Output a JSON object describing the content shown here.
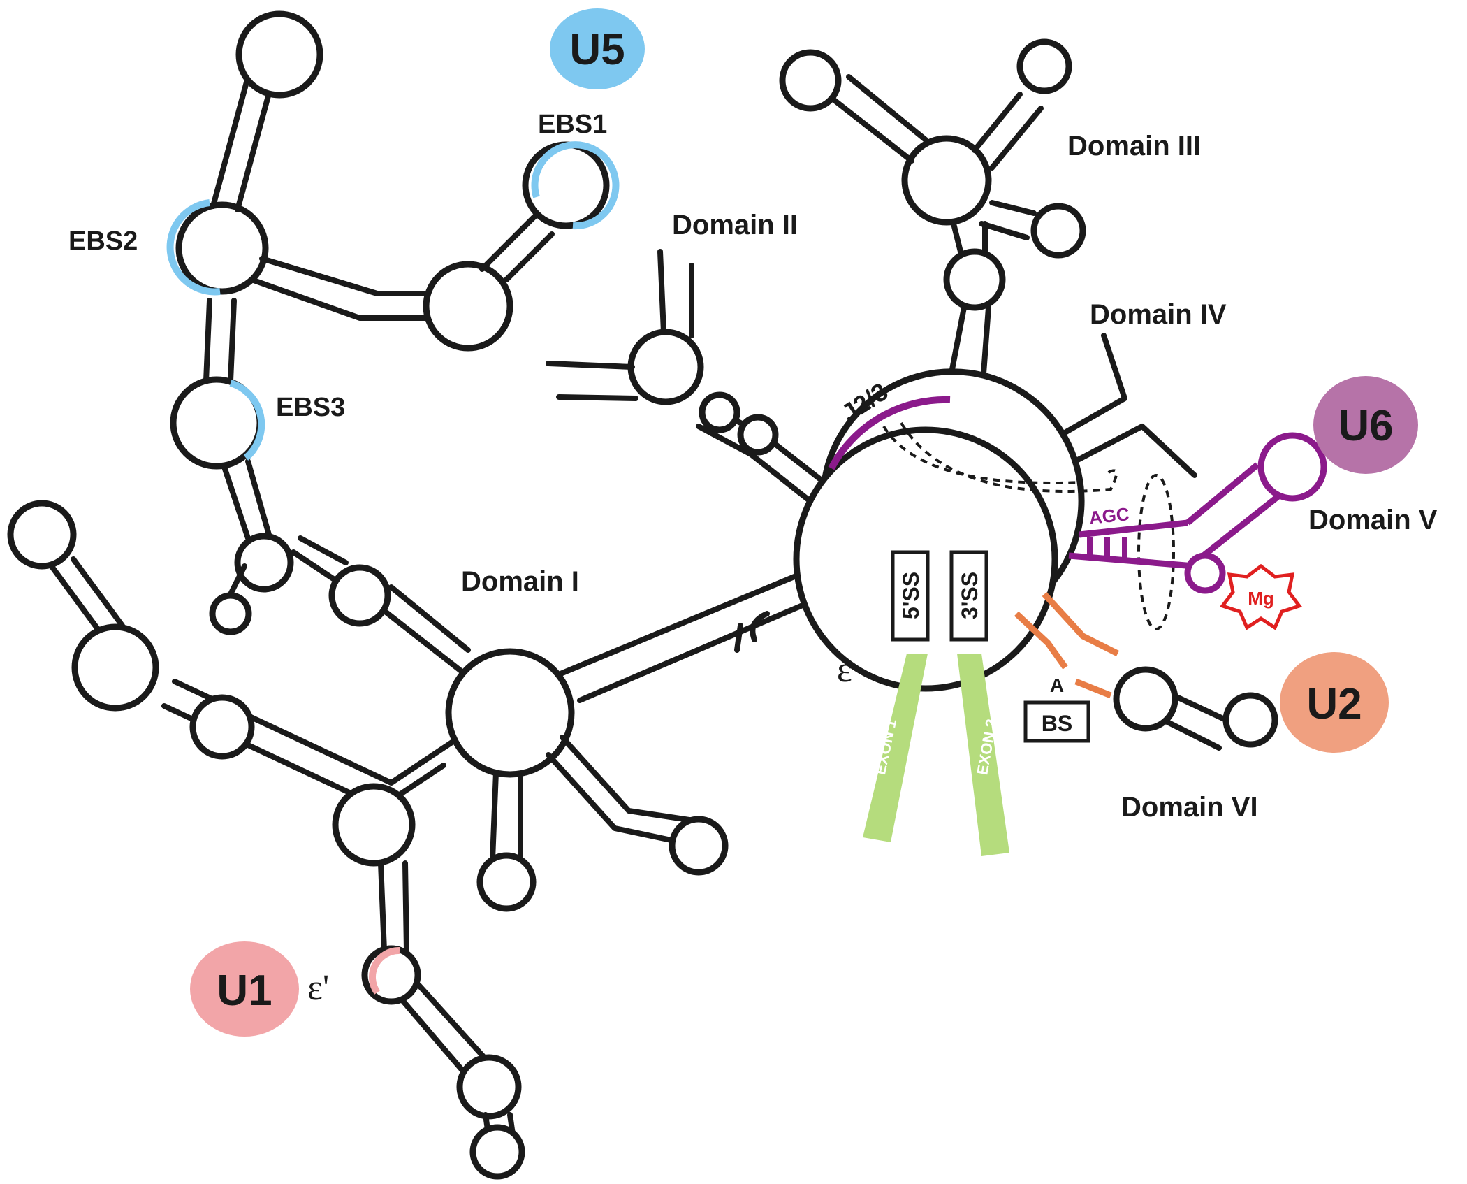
{
  "labels": {
    "domain_1": "Domain I",
    "domain_2": "Domain II",
    "domain_3": "Domain III",
    "domain_4": "Domain IV",
    "domain_5": "Domain V",
    "domain_6": "Domain VI",
    "ebs1": "EBS1",
    "ebs2": "EBS2",
    "ebs3": "EBS3",
    "j23": "J2/3",
    "agc": "AGC",
    "five_ss": "5'SS",
    "three_ss": "3'SS",
    "epsilon": "ε",
    "epsilon_prime": "ε'",
    "branch_a": "A",
    "bs": "BS",
    "exon1": "EXON 1",
    "exon2": "EXON 2",
    "mg": "Mg"
  },
  "snrnas": {
    "u1": "U1",
    "u2": "U2",
    "u5": "U5",
    "u6": "U6"
  },
  "colors": {
    "outline": "#1a1a1a",
    "u1": "#f2a5a8",
    "u2": "#f0a080",
    "u5": "#7ec8f0",
    "u6": "#b673a8",
    "ebs_blue": "#7ec8f0",
    "j23_purple": "#8b1a8b",
    "bs_orange": "#e87d46",
    "exon_green": "#b5dc7d",
    "mg_red": "#e02020",
    "u1_loop_pink": "#f2a5a8"
  }
}
